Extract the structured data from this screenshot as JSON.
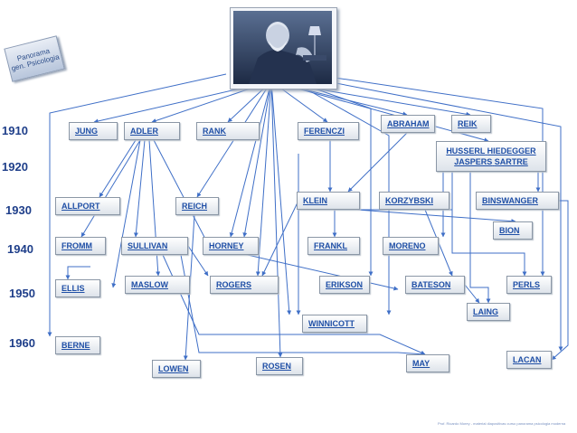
{
  "badge": {
    "line1": "Panorama",
    "line2": "gen. Psicologia"
  },
  "years": [
    {
      "id": "1910",
      "label": "1910"
    },
    {
      "id": "1920",
      "label": "1920"
    },
    {
      "id": "1930",
      "label": "1930"
    },
    {
      "id": "1940",
      "label": "1940"
    },
    {
      "id": "1950",
      "label": "1950"
    },
    {
      "id": "1960",
      "label": "1960"
    }
  ],
  "nodes": [
    {
      "id": "jung",
      "label": "JUNG"
    },
    {
      "id": "adler",
      "label": "ADLER"
    },
    {
      "id": "rank",
      "label": "RANK"
    },
    {
      "id": "ferenczi",
      "label": "FERENCZI"
    },
    {
      "id": "abraham",
      "label": "ABRAHAM"
    },
    {
      "id": "reik",
      "label": "REIK"
    },
    {
      "id": "allport",
      "label": "ALLPORT"
    },
    {
      "id": "reich",
      "label": "REICH"
    },
    {
      "id": "klein",
      "label": "KLEIN"
    },
    {
      "id": "korzybski",
      "label": "KORZYBSKI"
    },
    {
      "id": "binswanger",
      "label": "BINSWANGER"
    },
    {
      "id": "bion",
      "label": "BION"
    },
    {
      "id": "fromm",
      "label": "FROMM"
    },
    {
      "id": "sullivan",
      "label": "SULLIVAN"
    },
    {
      "id": "horney",
      "label": "HORNEY"
    },
    {
      "id": "frankl",
      "label": "FRANKL"
    },
    {
      "id": "moreno",
      "label": "MORENO"
    },
    {
      "id": "ellis",
      "label": "ELLIS"
    },
    {
      "id": "maslow",
      "label": "MASLOW"
    },
    {
      "id": "rogers",
      "label": "ROGERS"
    },
    {
      "id": "erikson",
      "label": "ERIKSON"
    },
    {
      "id": "bateson",
      "label": "BATESON"
    },
    {
      "id": "perls",
      "label": "PERLS"
    },
    {
      "id": "laing",
      "label": "LAING"
    },
    {
      "id": "winnicott",
      "label": "WINNICOTT"
    },
    {
      "id": "berne",
      "label": "BERNE"
    },
    {
      "id": "lowen",
      "label": "LOWEN"
    },
    {
      "id": "rosen",
      "label": "ROSEN"
    },
    {
      "id": "may",
      "label": "MAY"
    },
    {
      "id": "lacan",
      "label": "LACAN"
    }
  ],
  "philosophers": {
    "line1_a": "HUSSERL",
    "line1_b": "HIEDEGGER",
    "line2_a": "JASPERS",
    "line2_b": "SARTRE"
  },
  "footer": "Prof. Ricardo Morey - material diapositivas curso panorama psicologia moderna",
  "colors": {
    "line": "#3f6fc7",
    "text": "#1f4fa6",
    "year": "#1f3f8a"
  }
}
